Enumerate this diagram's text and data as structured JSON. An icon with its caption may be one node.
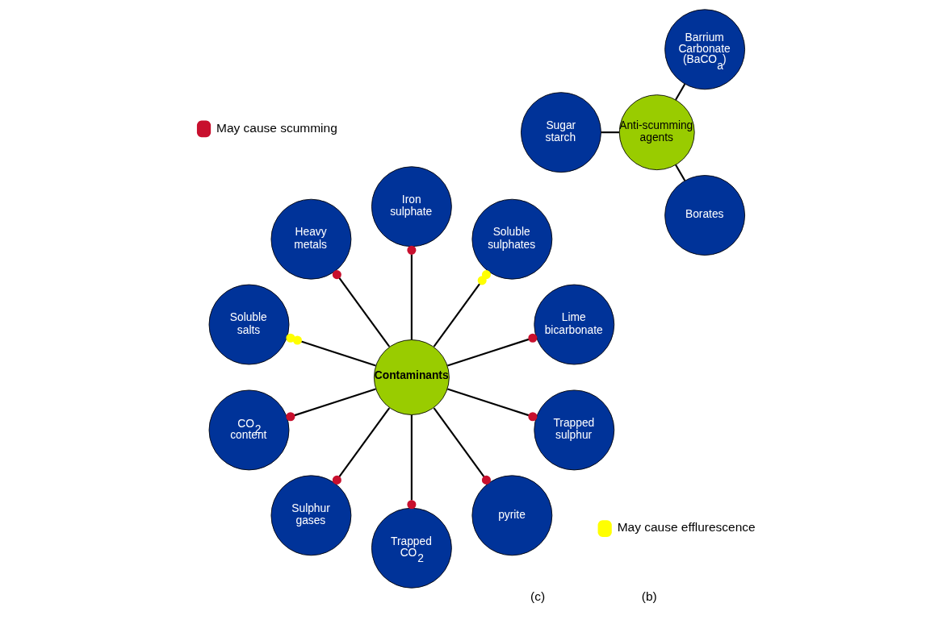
{
  "diagram": {
    "nodes": [
      {
        "text": [
          "Anti-scumming agents"
        ]
      },
      {
        "text": [
          "Barrium Carbonate (BaCO$_{a}$)"
        ]
      },
      {
        "text": [
          "Sugar starch"
        ]
      },
      {
        "text": [
          "Borates"
        ]
      },
      {
        "text": [
          "Contaminants"
        ]
      },
      {
        "text": [
          "Lime bicarbonate"
        ]
      },
      {
        "text": [
          "Soluble sulphates"
        ]
      },
      {
        "text": [
          "Iron sulphate"
        ]
      },
      {
        "text": [
          "Heavy metals"
        ]
      },
      {
        "text": [
          "Soluble salts"
        ]
      },
      {
        "text": [
          "CO$_{2}$ content"
        ]
      },
      {
        "text": [
          "Sulphur gases"
        ]
      },
      {
        "text": [
          "Trapped CO$_{2}$"
        ]
      },
      {
        "text": [
          "pyrite"
        ]
      },
      {
        "text": [
          "Trapped sulphur"
        ]
      }
    ],
    "edges": [
      {
        "from": 0,
        "to": 1,
        "arrow": "none"
      },
      {
        "from": 0,
        "to": 2,
        "arrow": "none"
      },
      {
        "from": 0,
        "to": 3,
        "arrow": "none"
      },
      {
        "from": 4,
        "to": 5,
        "arrow": "other"
      },
      {
        "from": 4,
        "to": 6,
        "arrow": "other"
      },
      {
        "from": 4,
        "to": 7,
        "arrow": "other"
      },
      {
        "from": 4,
        "to": 8,
        "arrow": "other"
      },
      {
        "from": 4,
        "to": 9,
        "arrow": "other"
      },
      {
        "from": 4,
        "to": 10,
        "arrow": "other"
      },
      {
        "from": 4,
        "to": 11,
        "arrow": "other"
      },
      {
        "from": 4,
        "to": 12,
        "arrow": "other"
      },
      {
        "from": 4,
        "to": 13,
        "arrow": "other"
      },
      {
        "from": 4,
        "to": 14,
        "arrow": "other"
      }
    ],
    "labels": [
      "(c)",
      "(b)"
    ],
    "legend": [
      {
        "text": "May cause scumming",
        "color": "#c8102e"
      },
      {
        "text": "May cause efflurescence",
        "color": "#ffff00"
      }
    ]
  }
}
